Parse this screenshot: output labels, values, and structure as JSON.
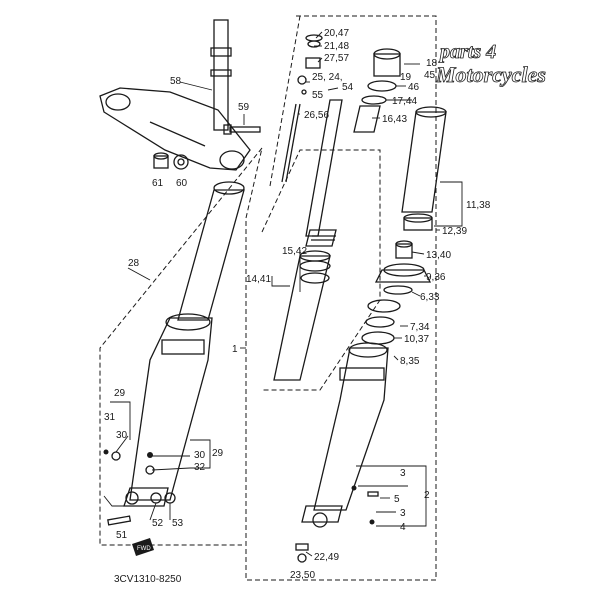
{
  "watermark": {
    "line1": "parts 4",
    "line2": "Motorcycles"
  },
  "diagram_code": "3CV1310-8250",
  "fwd_label": "FWD",
  "labels": {
    "l58": "58",
    "l59": "59",
    "l61": "61",
    "l60": "60",
    "l28": "28",
    "l29a": "29",
    "l31": "31",
    "l30a": "30",
    "l30b": "30",
    "l29b": "29",
    "l32": "32",
    "l52": "52",
    "l53": "53",
    "l51": "51",
    "l2047": "20,47",
    "l2148": "21,48",
    "l2757": "27,57",
    "l2554": "25,  24,",
    "l55": "55",
    "l54": "54",
    "l2656": "26,56",
    "l1845": "18",
    "l45": "45",
    "l19": "19",
    "l46": "46",
    "l1744": "17,44",
    "l1643": "16,43",
    "l1138": "11,38",
    "l1239": "12,39",
    "l1340": "13,40",
    "l936": "9,36",
    "l633": "6,33",
    "l1542": "15,42",
    "l1441": "14,41",
    "l1": "1",
    "l734": "7,34",
    "l1037": "10,37",
    "l835": "8,35",
    "l3a": "3",
    "l5": "5",
    "l2": "2",
    "l3b": "3",
    "l4": "4",
    "l2249": "22,49",
    "l2350": "23,50"
  }
}
